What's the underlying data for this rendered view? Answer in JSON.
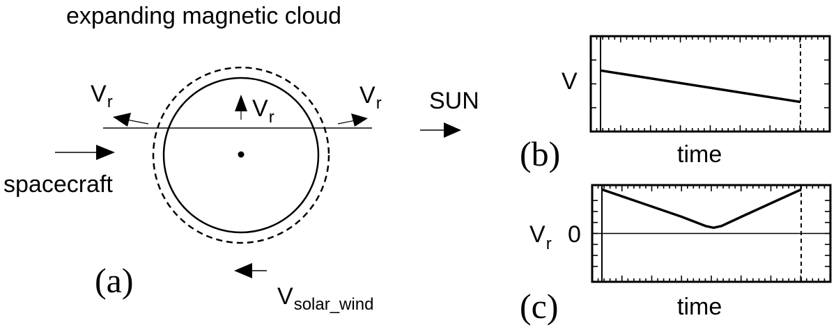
{
  "panel_a": {
    "title": "expanding magnetic cloud",
    "label": "(a)",
    "vr_left": {
      "main": "V",
      "sub": "r"
    },
    "vr_top": {
      "main": "V",
      "sub": "r"
    },
    "vr_right": {
      "main": "V",
      "sub": "r"
    },
    "sun_label": "SUN",
    "spacecraft_label": "spacecraft",
    "solar_wind": {
      "main": "V",
      "sub": "solar_wind"
    }
  },
  "chart_data": [
    {
      "type": "line",
      "panel": "(b)",
      "ylabel": "V",
      "xlabel": "time",
      "description": "velocity decreases linearly across the cloud",
      "x": [
        0,
        1
      ],
      "y": [
        0.64,
        0.31
      ],
      "ylim": [
        0,
        1
      ],
      "boundaries": {
        "entry": 0,
        "exit_dashed": 1
      }
    },
    {
      "type": "line",
      "panel": "(c)",
      "ylabel": {
        "main": "V",
        "sub": "r"
      },
      "ytick_label": "0",
      "xlabel": "time",
      "description": "radial velocity decreases to a minimum near zero then increases",
      "x": [
        0,
        0.2,
        0.4,
        0.52,
        0.56,
        0.6,
        0.7,
        0.85,
        1
      ],
      "y": [
        1.0,
        0.69,
        0.38,
        0.17,
        0.13,
        0.17,
        0.38,
        0.69,
        1.0
      ],
      "ylim": [
        -1.1,
        1.1
      ],
      "zero_line": true,
      "boundaries": {
        "entry": 0,
        "exit_dashed": 1
      }
    }
  ]
}
